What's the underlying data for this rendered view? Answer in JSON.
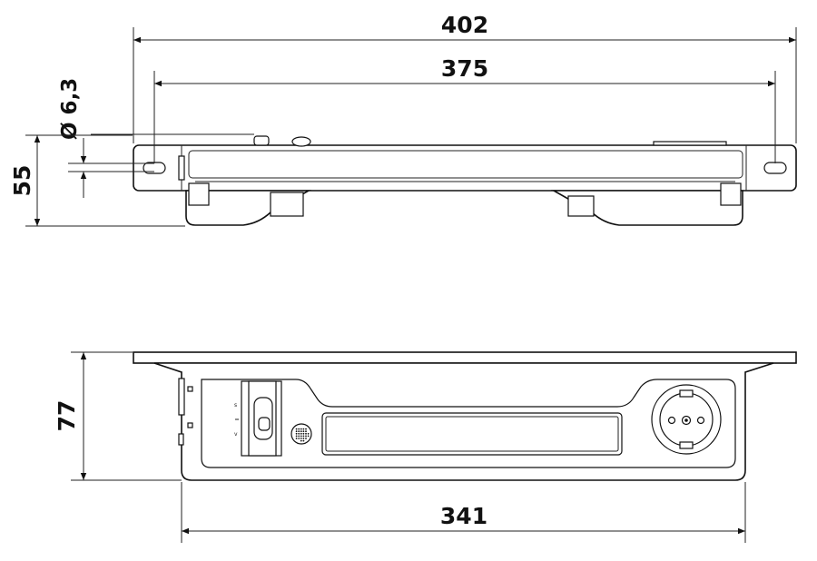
{
  "drawing": {
    "colors": {
      "line": "#111111",
      "background": "#ffffff"
    },
    "dimensions": {
      "overall_length_with_flanges": "402",
      "hole_pitch": "375",
      "hole_diameter": "Ø 6,3",
      "side_view_height": "55",
      "front_view_height": "77",
      "body_length": "341"
    },
    "switch_marks": {
      "upper": "s",
      "lower": "v"
    }
  }
}
